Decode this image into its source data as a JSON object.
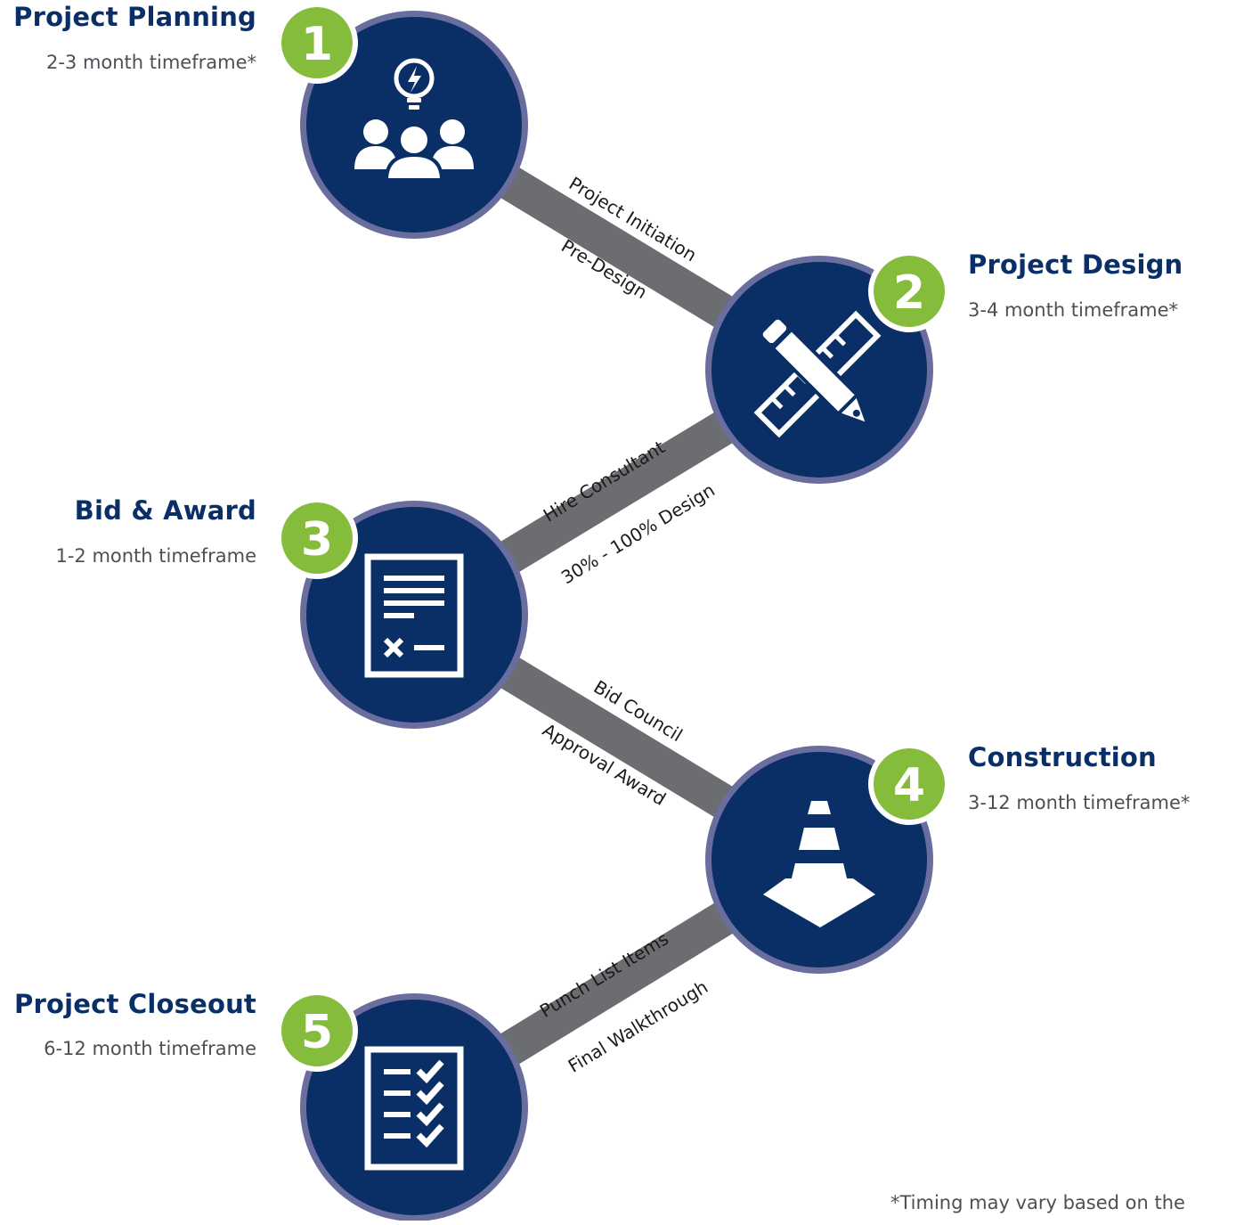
{
  "colors": {
    "navy": "#0a2f66",
    "ring": "#6a6e9e",
    "green": "#86bc3c",
    "connector": "#6c6d70",
    "text_gray": "#4d4f55"
  },
  "steps": [
    {
      "number": "1",
      "title": "Project Planning",
      "timeframe": "2-3 month timeframe*",
      "icon": "team-idea-icon"
    },
    {
      "number": "2",
      "title": "Project Design",
      "timeframe": "3-4 month timeframe*",
      "icon": "ruler-pencil-icon"
    },
    {
      "number": "3",
      "title": "Bid & Award",
      "timeframe": "1-2 month timeframe",
      "icon": "bid-document-icon"
    },
    {
      "number": "4",
      "title": "Construction",
      "timeframe": "3-12 month timeframe*",
      "icon": "traffic-cone-icon"
    },
    {
      "number": "5",
      "title": "Project Closeout",
      "timeframe": "6-12 month timeframe",
      "icon": "checklist-icon"
    }
  ],
  "connectors": [
    {
      "upper": "Project Initiation",
      "lower": "Pre-Design"
    },
    {
      "upper": "Hire Consultant",
      "lower": "30% - 100% Design"
    },
    {
      "upper": "Bid Council",
      "lower": "Approval Award"
    },
    {
      "upper": "Punch List Items",
      "lower": "Final Walkthrough"
    }
  ],
  "footnote": "*Timing may vary based on the"
}
